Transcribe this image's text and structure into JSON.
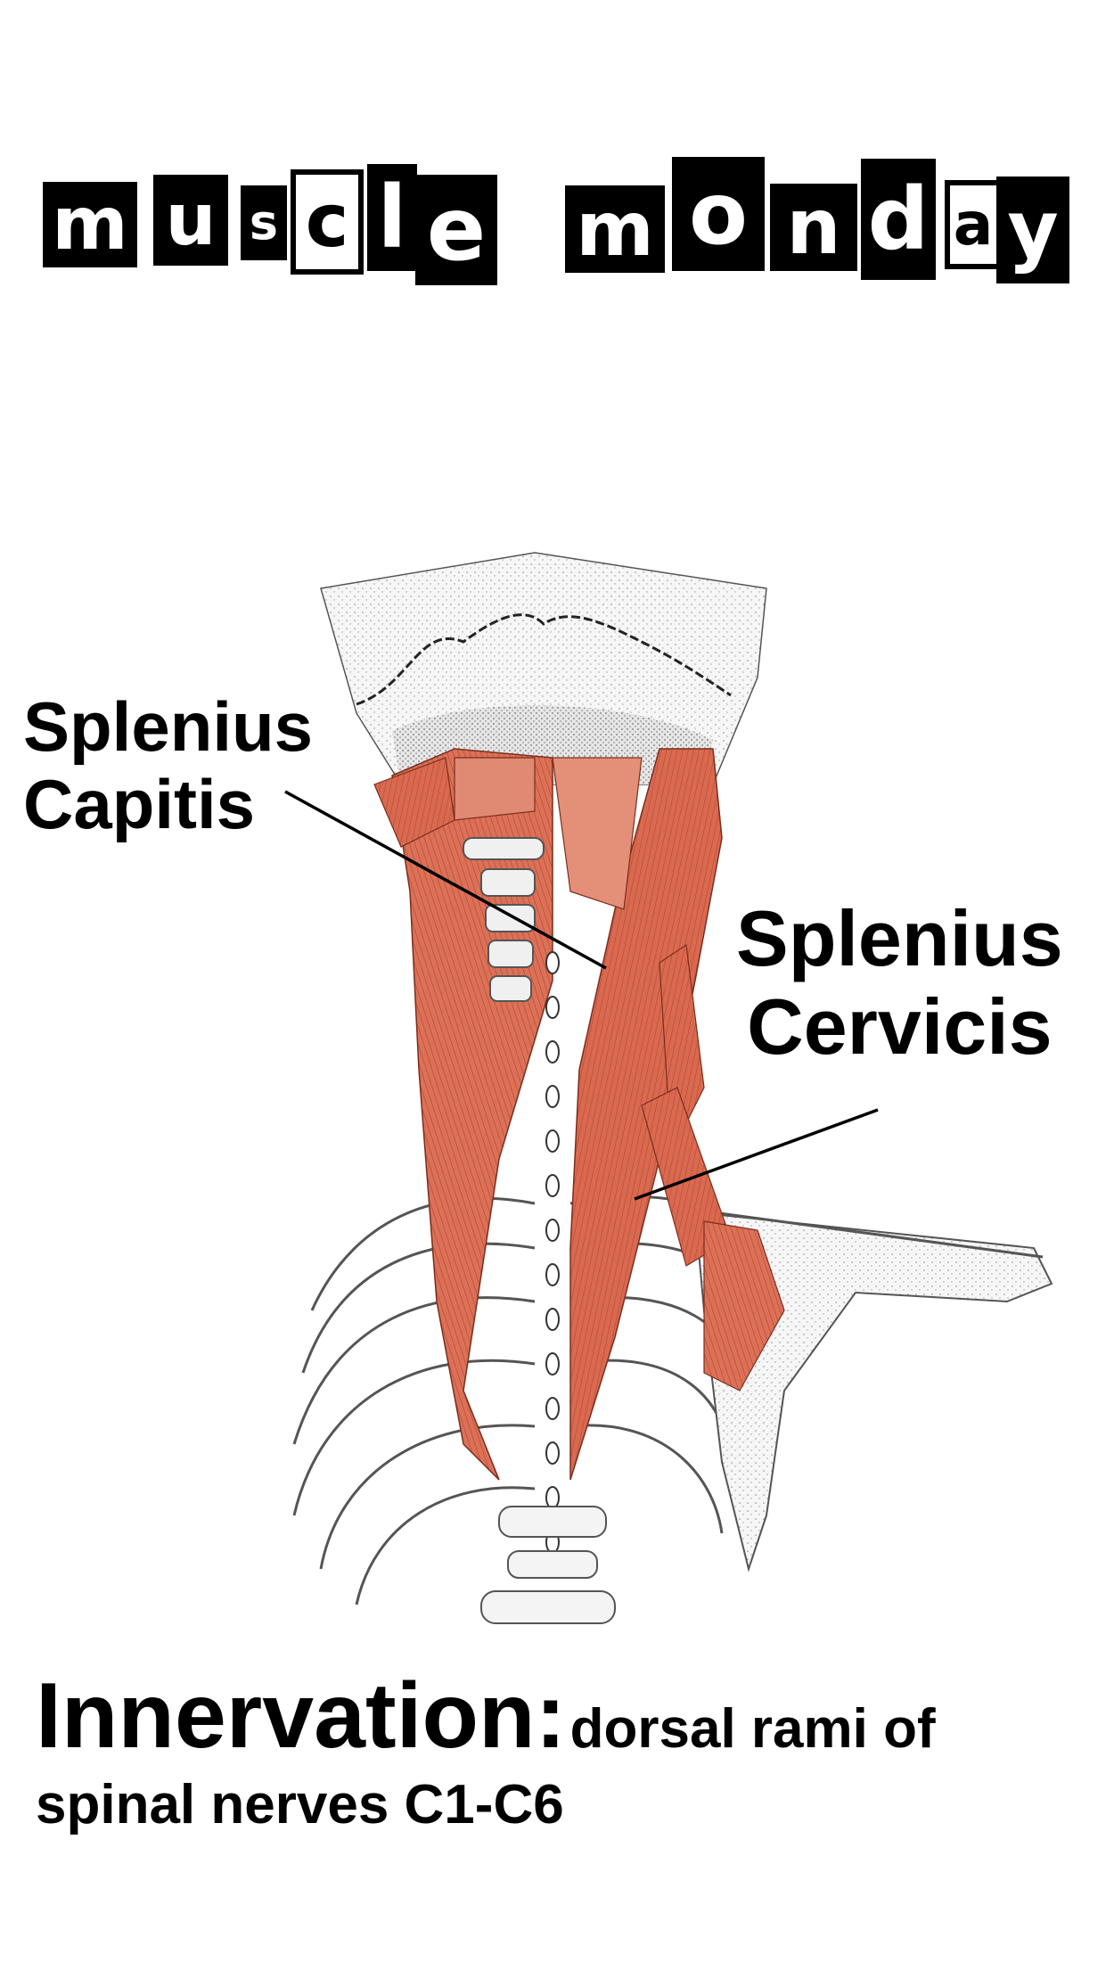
{
  "title": {
    "word1": [
      "m",
      "u",
      "s",
      "c",
      "l",
      "e"
    ],
    "word2": [
      "m",
      "o",
      "n",
      "d",
      "a",
      "y"
    ]
  },
  "labels": {
    "capitis_line1": "Splenius",
    "capitis_line2": "Capitis",
    "cervicis_line1": "Splenius",
    "cervicis_line2": "Cervicis"
  },
  "innervation": {
    "heading": "Innervation:",
    "text_line1": "dorsal rami of",
    "text_line2": "spinal nerves C1-C6"
  },
  "colors": {
    "muscle": "#d9694f",
    "muscle_dark": "#b84a33",
    "bone": "#f4f4f4",
    "tile": "#000000",
    "text": "#000000"
  }
}
